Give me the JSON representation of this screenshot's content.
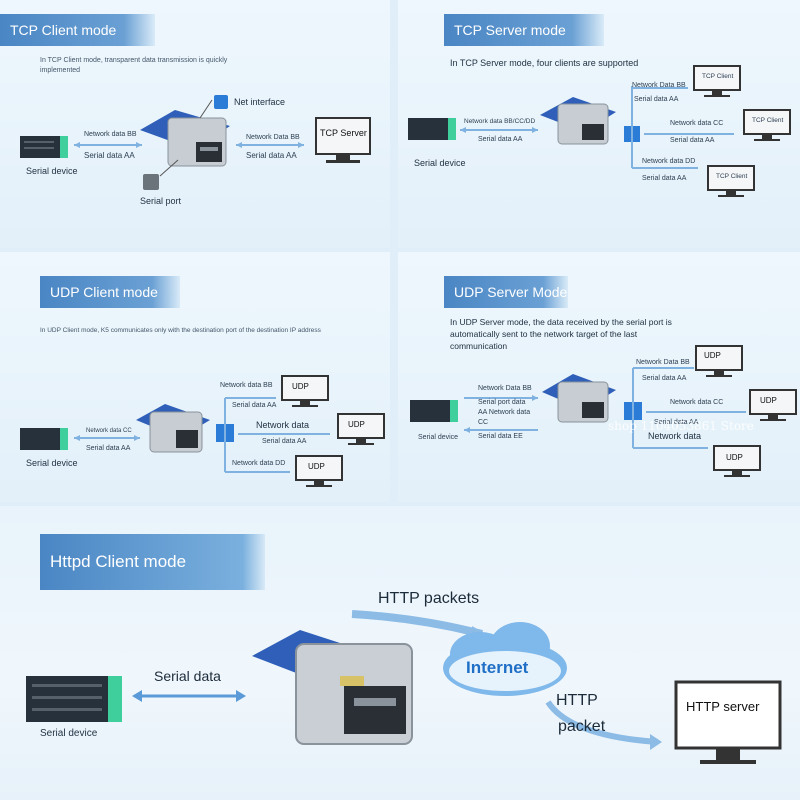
{
  "tcp_client": {
    "title": "TCP Client mode",
    "caption": "In TCP Client mode, transparent data transmission is quickly implemented",
    "net_interface": "Net interface",
    "network_data_left": "Network data BB",
    "serial_data_left": "Serial data AA",
    "network_data_right": "Network Data BB",
    "serial_data_right": "Serial data AA",
    "server_label": "TCP Server",
    "serial_device": "Serial device",
    "serial_port": "Serial port"
  },
  "tcp_server": {
    "title": "TCP Server mode",
    "caption": "In TCP Server mode, four clients are supported",
    "network_data_mid": "Network data BB/CC/DD",
    "serial_data_mid": "Serial data AA",
    "network_bb": "Network Data BB",
    "serial_aa_1": "Serial data AA",
    "network_cc": "Network data CC",
    "serial_aa_2": "Serial data AA",
    "network_dd": "Network data DD",
    "serial_aa_3": "Serial data AA",
    "client_1": "TCP Client",
    "client_2": "TCP Client",
    "client_3": "TCP Client",
    "serial_device": "Serial device"
  },
  "udp_client": {
    "title": "UDP Client mode",
    "caption": "In UDP Client mode, K5 communicates only with the destination port of the destination IP address",
    "network_cc": "Network data CC",
    "serial_aa": "Serial data AA",
    "network_bb": "Network data BB",
    "serial_aa_top": "Serial data AA",
    "network_data": "Network data",
    "serial_aa_mid": "Serial data AA",
    "network_dd": "Network data DD",
    "udp_1": "UDP",
    "udp_2": "UDP",
    "udp_3": "UDP",
    "serial_device": "Serial device"
  },
  "udp_server": {
    "title": "UDP Server Mode",
    "caption": "In UDP Server mode, the data received by the serial port is automatically sent to the network target of the last communication",
    "network_bb_left": "Network Data BB",
    "serial_port_data": "Serial port data",
    "aa_network_data": "AA Network data",
    "cc": "CC",
    "serial_data_ee": "Serial data EE",
    "network_bb_right": "Network Data BB",
    "serial_aa_right": "Serial data AA",
    "network_cc": "Network data CC",
    "serial_aa_cc": "Serial data AA",
    "network_data": "Network data",
    "udp_1": "UDP",
    "udp_2": "UDP",
    "udp_3": "UDP",
    "serial_device": "Serial device"
  },
  "watermark": "shop 1104053861 Store",
  "httpd": {
    "title": "Httpd Client mode",
    "http_packets": "HTTP packets",
    "internet": "Internet",
    "serial_data": "Serial data",
    "http": "HTTP",
    "packet": "packet",
    "http_server": "HTTP server",
    "serial_device": "Serial device"
  },
  "colors": {
    "tab_blue": "#4a86c4",
    "arrow_blue": "#5b9ad8",
    "switch_blue": "#2a7cd6",
    "internet_text": "#1f6fc6"
  }
}
